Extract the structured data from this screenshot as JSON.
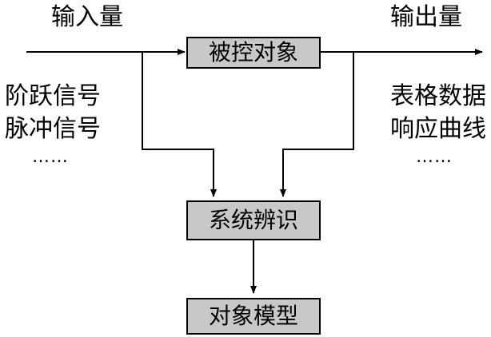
{
  "labels": {
    "input": "输入量",
    "output": "输出量",
    "input_examples": [
      "阶跃信号",
      "脉冲信号"
    ],
    "output_examples": [
      "表格数据",
      "响应曲线"
    ],
    "ellipsis_left": "……",
    "ellipsis_right": "……"
  },
  "boxes": {
    "plant": "被控对象",
    "identification": "系统辨识",
    "model": "对象模型"
  },
  "colors": {
    "box_fill": "#c8c8c8",
    "stroke": "#000000"
  }
}
